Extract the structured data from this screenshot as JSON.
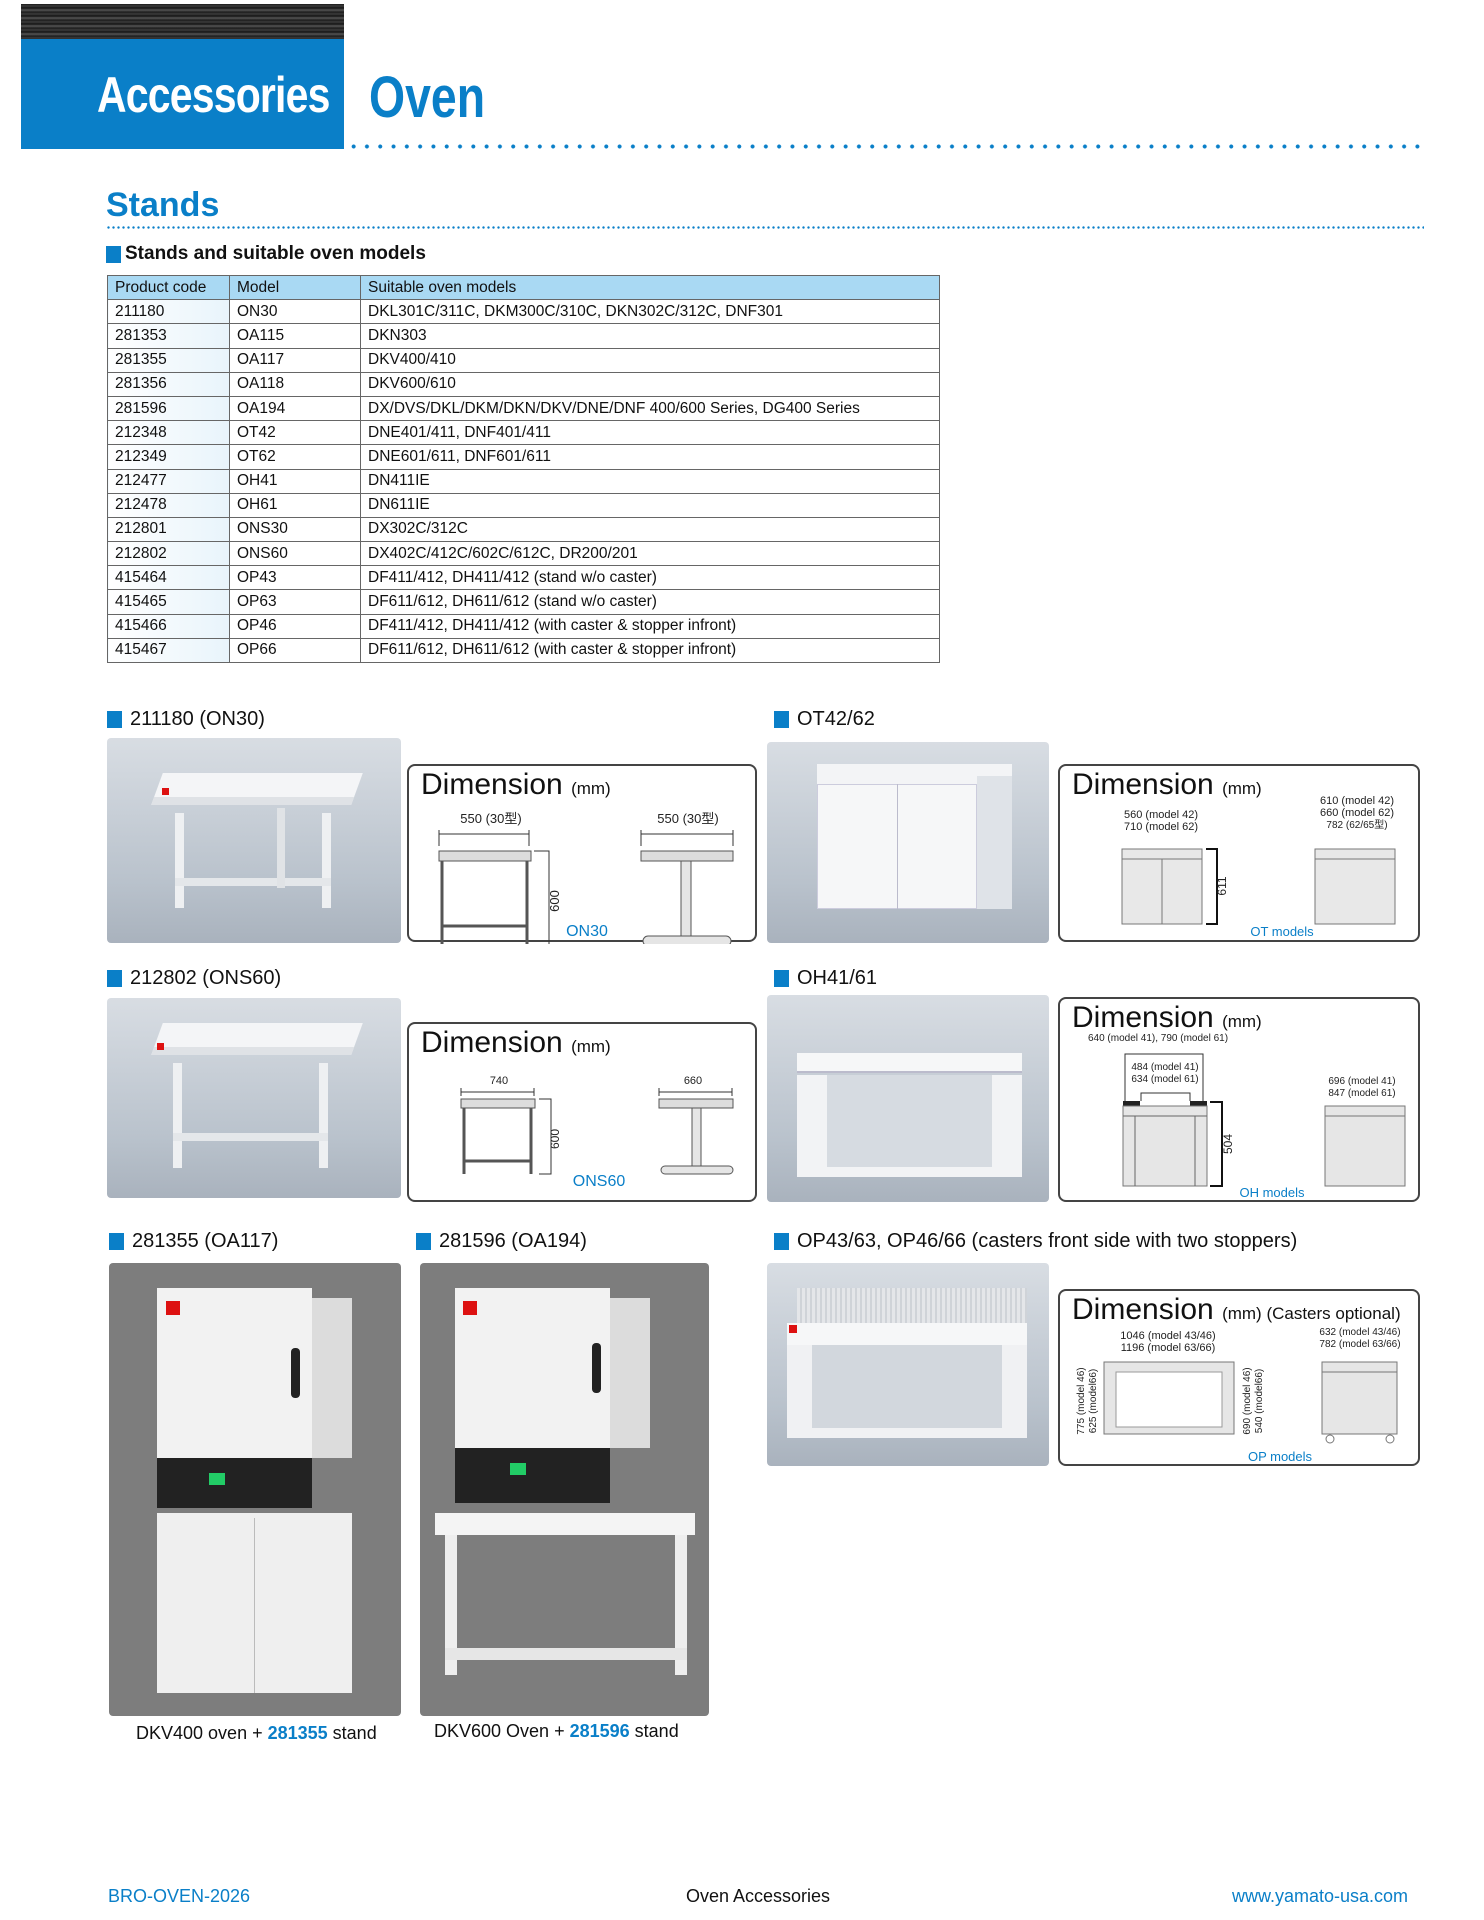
{
  "header": {
    "category": "Accessories",
    "title": "Oven"
  },
  "section": "Stands",
  "subheading": "Stands and suitable oven models",
  "table": {
    "headers": [
      "Product code",
      "Model",
      "Suitable oven models"
    ],
    "rows": [
      [
        "211180",
        "ON30",
        "DKL301C/311C, DKM300C/310C, DKN302C/312C, DNF301"
      ],
      [
        "281353",
        "OA115",
        "DKN303"
      ],
      [
        "281355",
        "OA117",
        "DKV400/410"
      ],
      [
        "281356",
        "OA118",
        "DKV600/610"
      ],
      [
        "281596",
        "OA194",
        "DX/DVS/DKL/DKM/DKN/DKV/DNE/DNF 400/600 Series, DG400 Series"
      ],
      [
        "212348",
        "OT42",
        "DNE401/411,  DNF401/411"
      ],
      [
        "212349",
        "OT62",
        "DNE601/611, DNF601/611"
      ],
      [
        "212477",
        "OH41",
        "DN411IE"
      ],
      [
        "212478",
        "OH61",
        "DN611IE"
      ],
      [
        "212801",
        "ONS30",
        "DX302C/312C"
      ],
      [
        "212802",
        "ONS60",
        "DX402C/412C/602C/612C, DR200/201"
      ],
      [
        "415464",
        "OP43",
        "DF411/412, DH411/412 (stand w/o caster)"
      ],
      [
        "415465",
        "OP63",
        "DF611/612, DH611/612 (stand w/o caster)"
      ],
      [
        "415466",
        "OP46",
        "DF411/412, DH411/412 (with caster & stopper infront)"
      ],
      [
        "415467",
        "OP66",
        "DF611/612, DH611/612 (with caster & stopper infront)"
      ]
    ]
  },
  "products": {
    "on30": {
      "label": "211180 (ON30)",
      "dim_title": "Dimension",
      "dim_unit": "(mm)",
      "front_w": "550 (30型)",
      "side_w": "550 (30型)",
      "height": "600",
      "model": "ON30"
    },
    "ot": {
      "label": "OT42/62",
      "dim_title": "Dimension",
      "dim_unit": "(mm)",
      "front_w1": "560 (model 42)",
      "front_w2": "710 (model 62)",
      "side_w1": "610 (model 42)",
      "side_w2": "660 (model 62)",
      "side_w3": "782 (62/65型)",
      "height": "611",
      "model": "OT models"
    },
    "ons60": {
      "label": "212802 (ONS60)",
      "dim_title": "Dimension",
      "dim_unit": "(mm)",
      "front_w": "740",
      "side_w": "660",
      "height": "600",
      "model": "ONS60"
    },
    "oh": {
      "label": "OH41/61",
      "dim_title": "Dimension",
      "dim_unit": "(mm)",
      "outer_w": "640 (model 41), 790 (model 61)",
      "inner_w1": "484 (model 41)",
      "inner_w2": "634 (model 61)",
      "side_w1": "696 (model 41)",
      "side_w2": "847 (model 61)",
      "height": "504",
      "model": "OH models"
    },
    "oa117": {
      "label": "281355 (OA117)",
      "caption_pre": "DKV400 oven + ",
      "caption_code": "281355",
      "caption_post": " stand"
    },
    "oa194": {
      "label": "281596 (OA194)",
      "caption_pre": "DKV600 Oven + ",
      "caption_code": "281596",
      "caption_post": " stand"
    },
    "op": {
      "label": "OP43/63, OP46/66 (casters front side with two stoppers)",
      "dim_title": "Dimension",
      "dim_unit": "(mm) (Casters optional)",
      "front_w1": "1046 (model 43/46)",
      "front_w2": "1196 (model 63/66)",
      "side_w1": "632 (model 43/46)",
      "side_w2": "782 (model 63/66)",
      "h_left1": "775 (model 46)",
      "h_left2": "625 (model66)",
      "h_right1": "690 (model 46)",
      "h_right2": "540 (model66)",
      "model": "OP models"
    }
  },
  "footer": {
    "left": "BRO-OVEN-2026",
    "center": "Oven Accessories",
    "right": "www.yamato-usa.com"
  },
  "colors": {
    "brand": "#0a7fc8",
    "table_header": "#a9d9f3"
  }
}
